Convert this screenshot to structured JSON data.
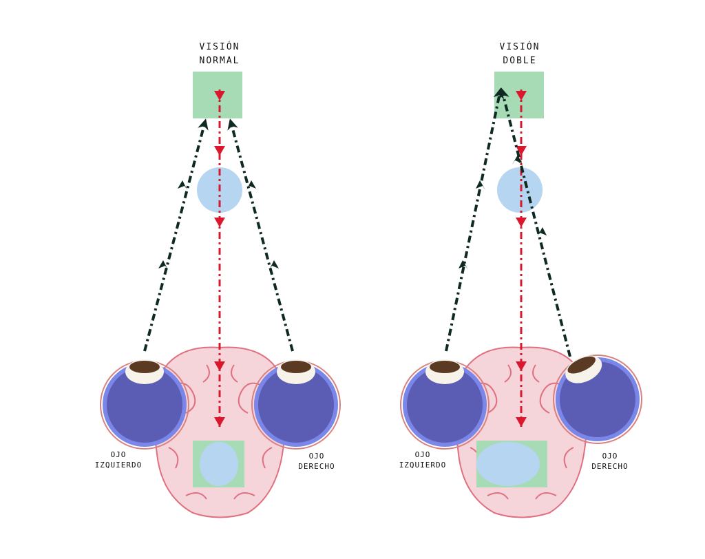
{
  "panels": [
    {
      "title_line1": "VISIÓN",
      "title_line2": "NORMAL",
      "left_eye_line1": "OJO",
      "left_eye_line2": "IZQUIERDO",
      "right_eye_line1": "OJO",
      "right_eye_line2": "DERECHO"
    },
    {
      "title_line1": "VISIÓN",
      "title_line2": "DOBLE",
      "left_eye_line1": "OJO",
      "left_eye_line2": "IZQUIERDO",
      "right_eye_line1": "OJO",
      "right_eye_line2": "DERECHO"
    }
  ],
  "colors": {
    "target_box": "#a6dbb5",
    "object": "#b5d5f0",
    "signal": "#d9182e",
    "gaze": "#0e2a22",
    "eye": "#5a5db3",
    "brain": "#f5d5da"
  }
}
